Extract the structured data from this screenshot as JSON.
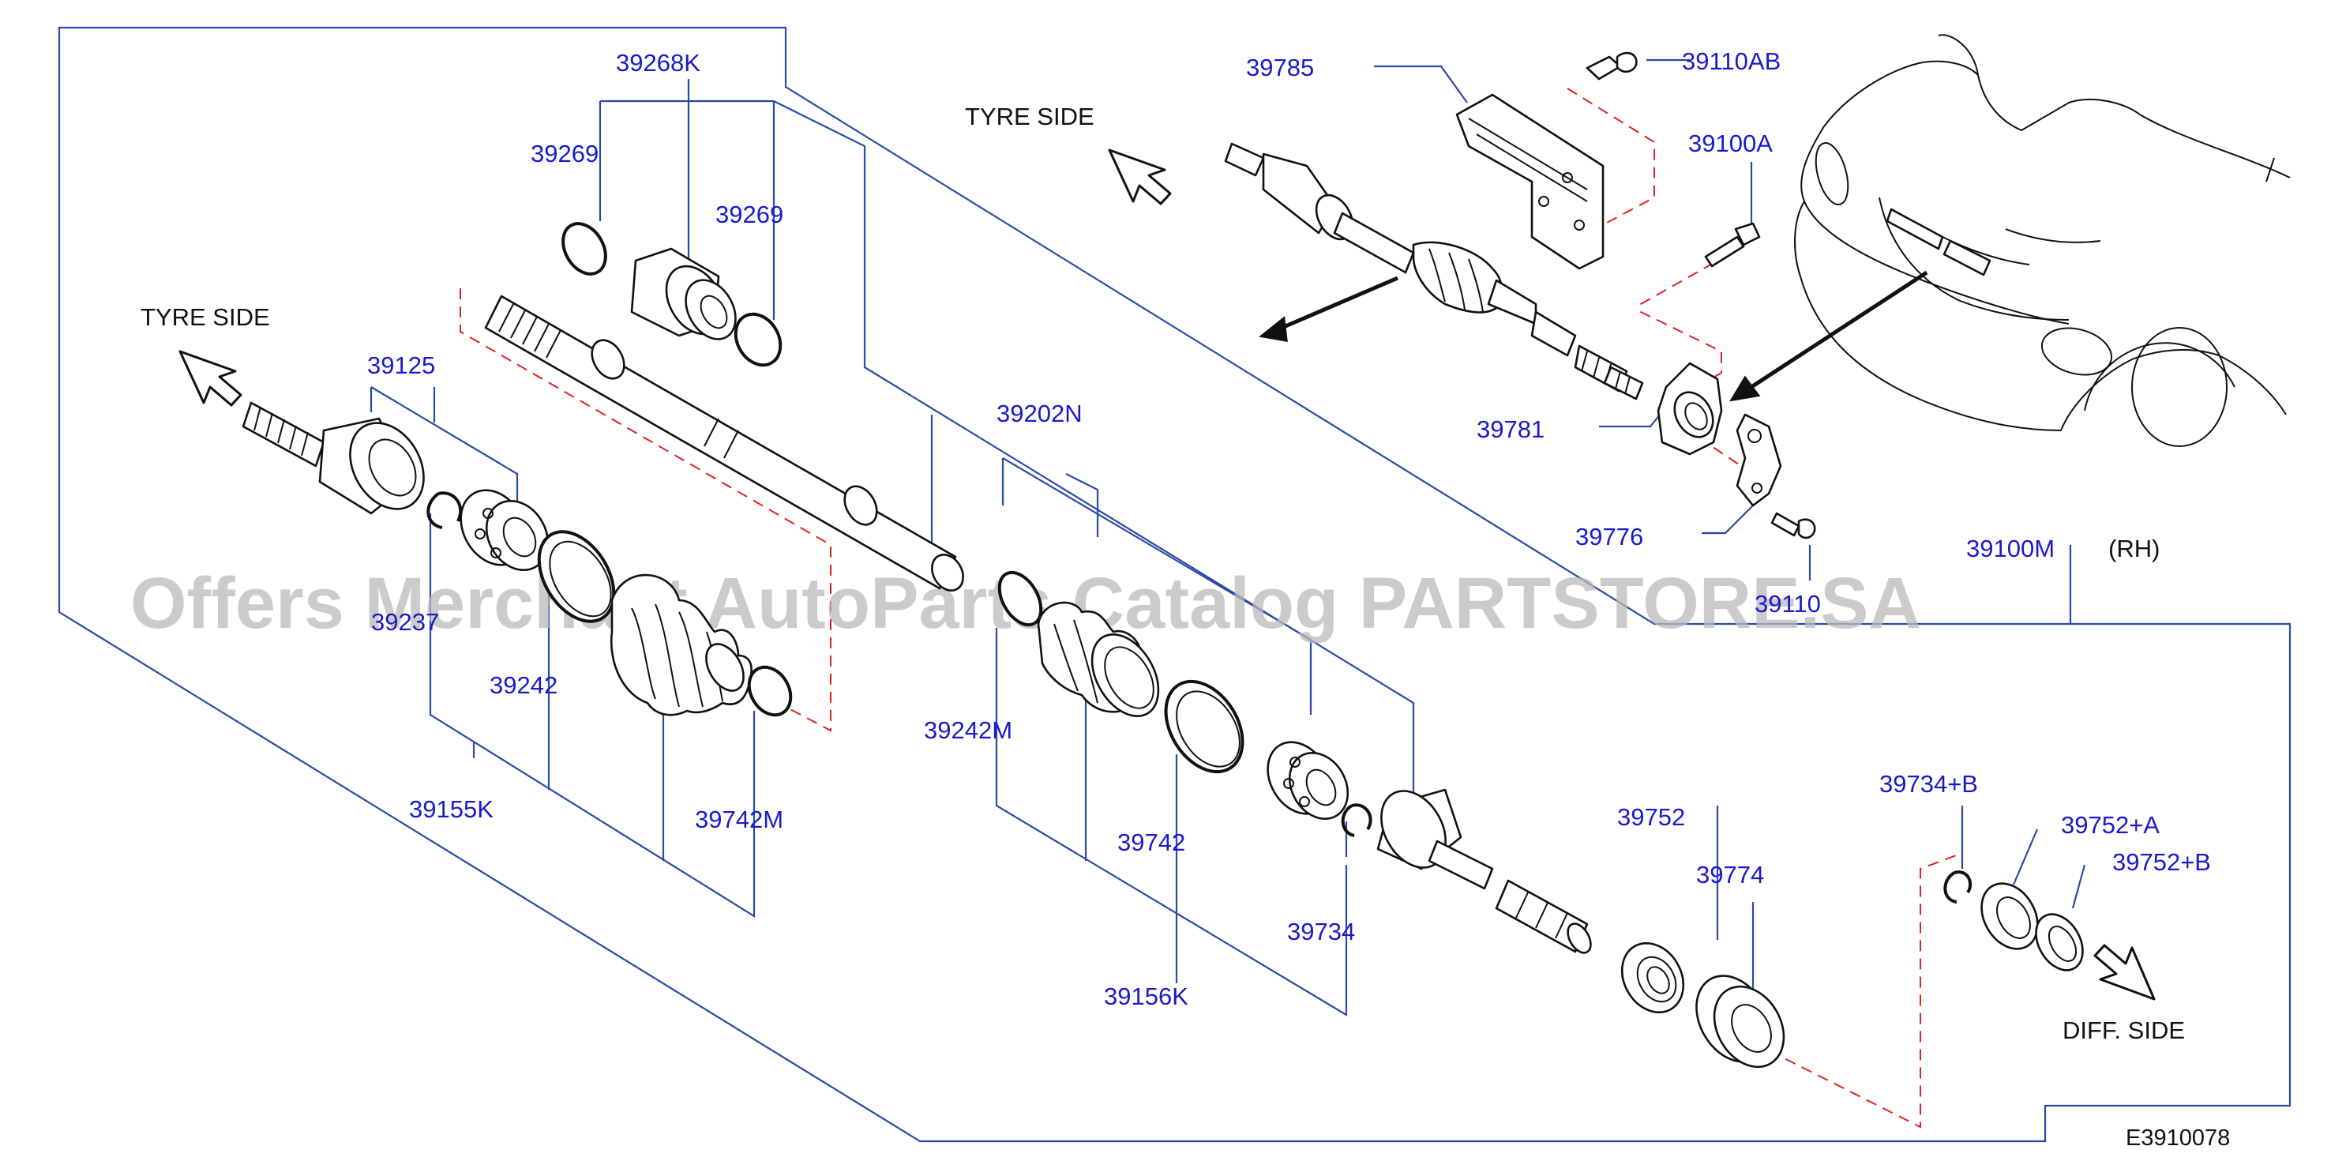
{
  "diagram": {
    "code": "E3910078",
    "variant": "39100M",
    "variant_side": "(RH)",
    "watermark": "Offers Merchant AutoParts Catalog PARTSTORE.SA",
    "side_labels": {
      "tyre_side_top": "TYRE  SIDE",
      "tyre_side_left": "TYRE  SIDE",
      "diff_side": "DIFF.  SIDE"
    },
    "part_numbers": {
      "p39268K": "39268K",
      "p39269a": "39269",
      "p39269b": "39269",
      "p39125": "39125",
      "p39202N": "39202N",
      "p39237": "39237",
      "p39242": "39242",
      "p39155K": "39155K",
      "p39742M": "39742M",
      "p39242M": "39242M",
      "p39742": "39742",
      "p39156K": "39156K",
      "p39734": "39734",
      "p39752": "39752",
      "p39774": "39774",
      "p39734B": "39734+B",
      "p39752A": "39752+A",
      "p39752B": "39752+B",
      "p39785": "39785",
      "p39110AB": "39110AB",
      "p39100A": "39100A",
      "p39781": "39781",
      "p39776": "39776",
      "p39110": "39110"
    }
  }
}
